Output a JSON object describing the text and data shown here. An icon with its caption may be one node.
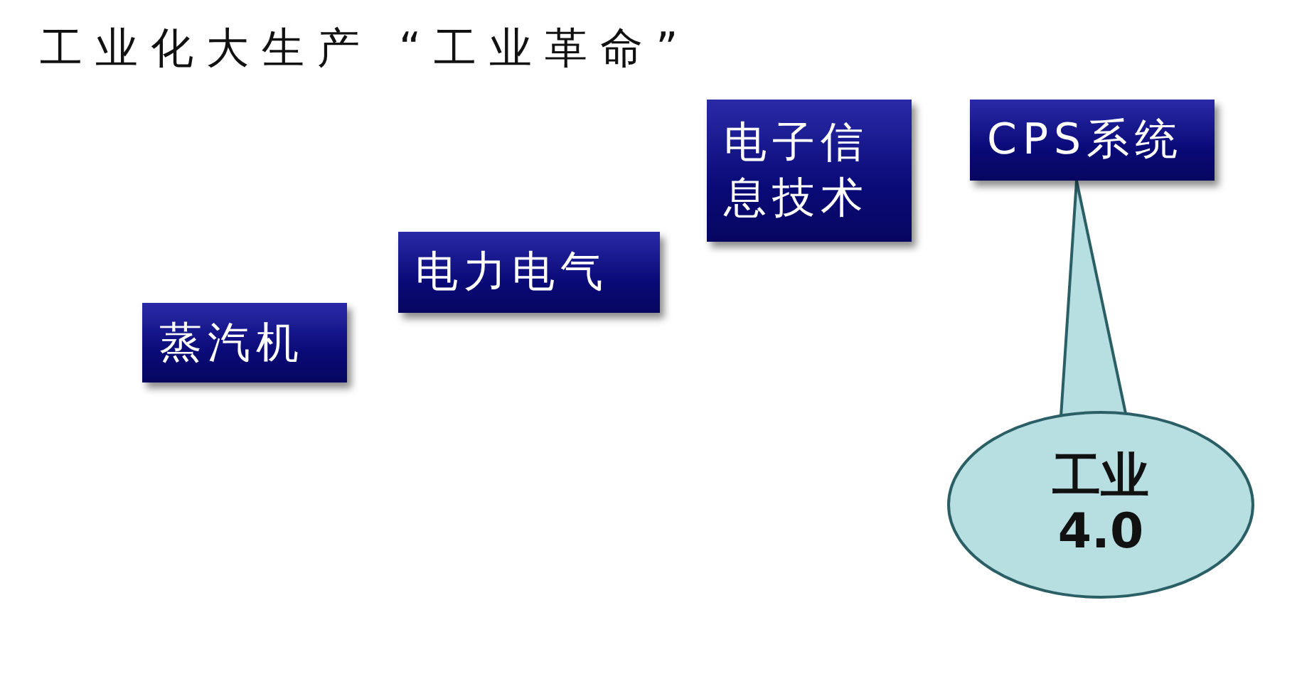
{
  "diagram": {
    "title": "工业化大生产 “工业革命”",
    "nodes": [
      {
        "text": [
          "蒸汽机"
        ]
      },
      {
        "text": [
          "电力电气"
        ]
      },
      {
        "text": [
          "电子信息技术"
        ]
      },
      {
        "text": [
          "CPS系统"
        ]
      },
      {
        "text": [
          "工业",
          "4.0"
        ]
      }
    ],
    "edges": [
      {
        "from": 4,
        "to": 3,
        "arrow": "none"
      }
    ]
  }
}
